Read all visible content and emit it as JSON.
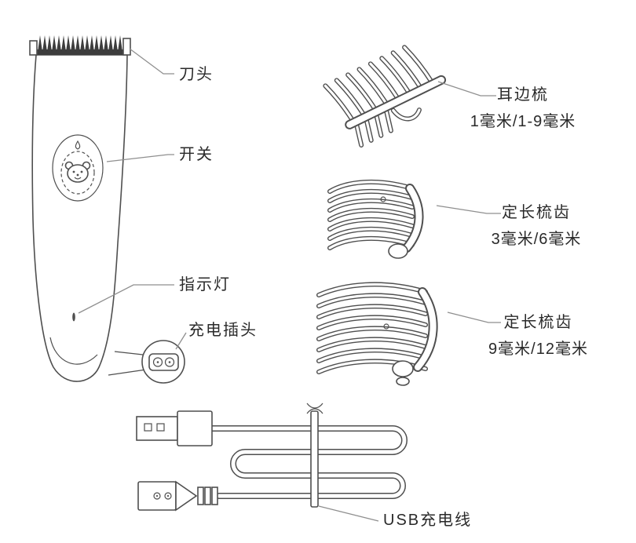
{
  "colors": {
    "background": "#ffffff",
    "line": "#4f4f4f",
    "leader": "#8f8f8f",
    "text": "#2a2a2a",
    "blade_fill": "#3d3d3d"
  },
  "clipper": {
    "blade_label": "刀头",
    "switch_label": "开关",
    "indicator_label": "指示灯",
    "charge_plug_label": "充电插头"
  },
  "accessories": {
    "comb1": {
      "name": "耳边梳",
      "spec": "1毫米/1-9毫米"
    },
    "comb2": {
      "name": "定长梳齿",
      "spec": "3毫米/6毫米"
    },
    "comb3": {
      "name": "定长梳齿",
      "spec": "9毫米/12毫米"
    },
    "cable": {
      "name": "USB充电线"
    }
  }
}
